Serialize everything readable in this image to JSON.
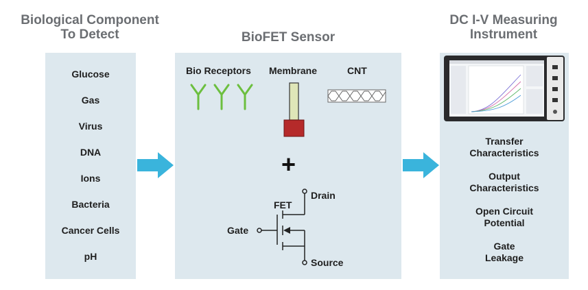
{
  "columns": {
    "left": {
      "title_line1": "Biological Component",
      "title_line2": "To Detect",
      "items": [
        "Glucose",
        "Gas",
        "Virus",
        "DNA",
        "Ions",
        "Bacteria",
        "Cancer Cells",
        "pH"
      ]
    },
    "middle": {
      "title": "BioFET Sensor",
      "bio_receptors_label": "Bio Receptors",
      "membrane_label": "Membrane",
      "cnt_label": "CNT",
      "plus": "+",
      "fet_label": "FET",
      "drain_label": "Drain",
      "gate_label": "Gate",
      "source_label": "Source"
    },
    "right": {
      "title_line1": "DC I-V Measuring",
      "title_line2": "Instrument",
      "measurements": [
        {
          "line1": "Transfer",
          "line2": "Characteristics"
        },
        {
          "line1": "Output",
          "line2": "Characteristics"
        },
        {
          "line1": "Open Circuit",
          "line2": "Potential"
        },
        {
          "line1": "Gate",
          "line2": "Leakage"
        }
      ]
    }
  },
  "colors": {
    "title_text": "#6b6e72",
    "panel_bg": "#dde8ee",
    "arrow": "#3ab4dc",
    "receptor": "#6cbf3f",
    "membrane_top": "#dfe6b8",
    "membrane_base": "#b52a2a"
  },
  "icons": [
    "right-arrow-icon",
    "bio-receptor-icon",
    "membrane-icon",
    "cnt-icon",
    "fet-symbol-icon",
    "instrument-screen-icon"
  ]
}
